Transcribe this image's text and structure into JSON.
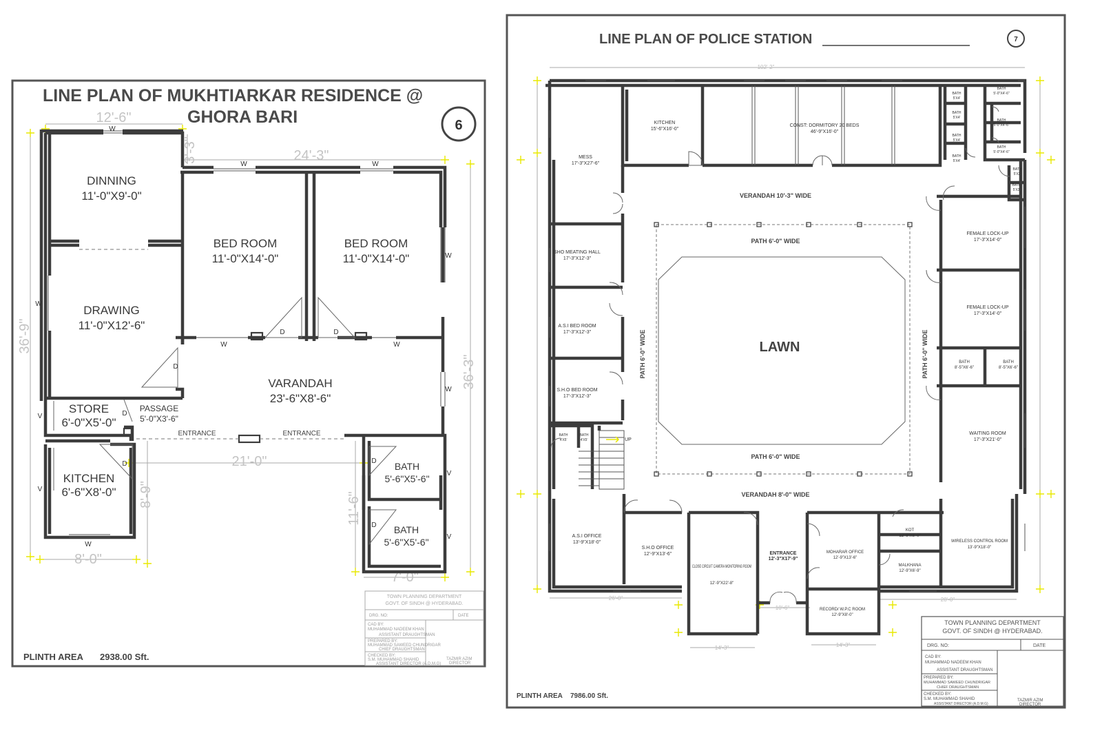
{
  "sheet_left": {
    "title_line1": "LINE PLAN OF MUKHTIARKAR RESIDENCE  @",
    "title_line2": "GHORA BARI",
    "sheet_number": "6",
    "rooms": [
      {
        "name": "DINNING",
        "size": "11'-0\"X9'-0\""
      },
      {
        "name": "DRAWING",
        "size": "11'-0\"X12'-6\""
      },
      {
        "name": "BED ROOM",
        "size": "11'-0\"X14'-0\""
      },
      {
        "name": "BED ROOM",
        "size": "11'-0\"X14'-0\""
      },
      {
        "name": "VARANDAH",
        "size": "23'-6\"X8'-6\""
      },
      {
        "name": "STORE",
        "size": "6'-0\"X5'-0\""
      },
      {
        "name": "PASSAGE",
        "size": "5'-0\"X3'-6\""
      },
      {
        "name": "KITCHEN",
        "size": "6'-6\"X8'-0\""
      },
      {
        "name": "BATH",
        "size": "5'-6\"X5'-6\""
      },
      {
        "name": "BATH",
        "size": "5'-6\"X5'-6\""
      }
    ],
    "entrances": [
      "ENTRANCE",
      "ENTRANCE"
    ],
    "dimensions": [
      "12'-6\"",
      "24'-3\"",
      "3'-3\"",
      "36'-9\"",
      "36'-3\"",
      "21'-0\"",
      "8'-9\"",
      "11'-6\"",
      "8'-0\"",
      "7'-0\""
    ],
    "marks": {
      "window": "W",
      "door": "D",
      "ventilator": "V"
    },
    "title_block": {
      "line1": "TOWN PLANNING DEPARTMENT",
      "line2": "GOVT. OF SINDH @ HYDERABAD.",
      "drg_no": "DRG. NO:",
      "date": "DATE",
      "cad_by_label": "CAD BY:",
      "cad_by_name": "MUHAMMAD NADEEM KHAN",
      "cad_by_role": "ASSISTANT DRAUGHTSMAN",
      "prepared_label": "PREPARED BY:",
      "prepared_name": "MUHAMMAD SAWEED CHUNDRIGAR",
      "prepared_role": "CHIEF DRAUGHTSMAN",
      "checked_label": "CHECKED BY:",
      "checked_name": "S.M. MUHAMMAD SHAHID",
      "checked_role": "ASSISTANT DIRECTOR (A.D.M.G)",
      "director_name": "TAZMIR AZIM",
      "director_role": "DIRECTOR"
    },
    "plinth_label": "PLINTH AREA",
    "plinth_value": "2938.00 Sft."
  },
  "sheet_right": {
    "title": "LINE PLAN OF POLICE STATION",
    "sheet_number": "7",
    "rooms": [
      {
        "name": "MESS",
        "size": "17'-3\"X27'-6\""
      },
      {
        "name": "KITCHEN",
        "size": "15'-6\"X16'-0\""
      },
      {
        "name": "CONST: DORMITORY 20 BEDS",
        "size": "46'-9\"X16'-0\""
      },
      {
        "name": "BATH",
        "size": "5'X4'"
      },
      {
        "name": "BATH",
        "size": "5'X4'"
      },
      {
        "name": "BATH",
        "size": "5'X4'"
      },
      {
        "name": "BATH",
        "size": "5'X4'"
      },
      {
        "name": "BATH",
        "size": "5'-0\"X4'-6\""
      },
      {
        "name": "BATH",
        "size": "5'-0\"X4'-6\""
      },
      {
        "name": "BATH",
        "size": "5'-0\"X4'-6\""
      },
      {
        "name": "BATH",
        "size": "5'X3'"
      },
      {
        "name": "BATH",
        "size": "5'X3'"
      },
      {
        "name": "SHO MEATING HALL",
        "size": "17'-3\"X12'-3\""
      },
      {
        "name": "A.S.I BED ROOM",
        "size": "17'-3\"X12'-3\""
      },
      {
        "name": "S.H.O BED ROOM",
        "size": "17'-3\"X12'-3\""
      },
      {
        "name": "BATH",
        "size": "4'X5'"
      },
      {
        "name": "BATH",
        "size": "4'X5'"
      },
      {
        "name": "FEMALE LOCK-UP",
        "size": "17'-3\"X14'-0\""
      },
      {
        "name": "FEMALE LOCK-UP",
        "size": "17'-3\"X14'-0\""
      },
      {
        "name": "BATH",
        "size": "8'-5\"X6'-6\""
      },
      {
        "name": "BATH",
        "size": "8'-5\"X6'-6\""
      },
      {
        "name": "WAITING ROOM",
        "size": "17'-3\"X21'-0\""
      },
      {
        "name": "A.S.I OFFICE",
        "size": "13'-9\"X18'-0\""
      },
      {
        "name": "S.H.O OFFICE",
        "size": "12'-9\"X13'-6\""
      },
      {
        "name": "CLOSE CIRCUIT CAMERA MONITORING ROOM",
        "size": "12'-9\"X22'-8\""
      },
      {
        "name": "MOHARAR OFFICE",
        "size": "12'-9\"X13'-6\""
      },
      {
        "name": "KOT",
        "size": "12'-9\"X6'-0\""
      },
      {
        "name": "MALKHANA",
        "size": "12'-9\"X6'-9\""
      },
      {
        "name": "RECORD/ W.P.C ROOM",
        "size": "12'-9\"X8'-0\""
      },
      {
        "name": "WIRELESS CONTROL ROOM",
        "size": "13'-9\"X18'-0\""
      }
    ],
    "verandah_top": "VERANDAH  10'-3\"  WIDE",
    "verandah_bottom": "VERANDAH  8'-0\"  WIDE",
    "path_top": "PATH  6'-0\"  WIDE",
    "path_bottom": "PATH  6'-0\"  WIDE",
    "path_left": "PATH  6'-0\"  WIDE",
    "path_right": "PATH  6'-0\"  WIDE",
    "lawn": "LAWN",
    "entrance": "ENTRANCE",
    "entrance_size": "12'-3\"X17'-9\"",
    "stair_up": "UP",
    "dimensions": [
      "102'-2\"",
      "26'-0\"",
      "28'-0\"",
      "14'-3\"",
      "14'-3\"",
      "10'-6\""
    ],
    "title_block": {
      "line1": "TOWN PLANNING DEPARTMENT",
      "line2": "GOVT. OF SINDH @ HYDERABAD.",
      "drg_no": "DRG. NO:",
      "date": "DATE",
      "cad_by_label": "CAD BY:",
      "cad_by_name": "MUHAMMAD NADEEM KHAN",
      "cad_by_role": "ASSISTANT DRAUGHTSMAN",
      "prepared_label": "PREPARED BY:",
      "prepared_name": "MUHAMMAD SAWEED CHUNDRIGAR",
      "prepared_role": "CHIEF DRAUGHTSMAN",
      "checked_label": "CHECKED BY:",
      "checked_name": "S.M. MUHAMMAD SHAHID",
      "checked_role": "ASSISTANT DIRECTOR (A.D.M.G)",
      "director_name": "TAZMIR AZIM",
      "director_role": "DIRECTOR"
    },
    "plinth_label": "PLINTH AREA",
    "plinth_value": "7986.00 Sft."
  }
}
